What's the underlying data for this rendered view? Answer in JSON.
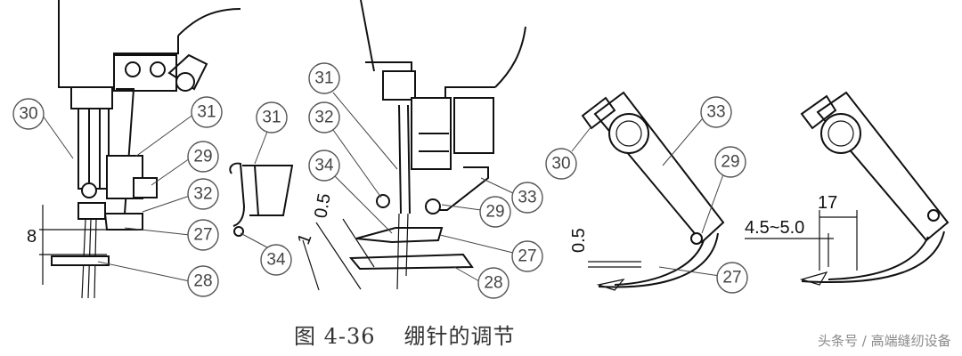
{
  "caption": {
    "figure_number": "图 4-36",
    "title": "绷针的调节"
  },
  "watermark": "头条号 / 高端缝纫设备",
  "callouts": {
    "left": [
      "30",
      "31",
      "29",
      "32",
      "27",
      "28"
    ],
    "center": [
      "31",
      "32",
      "34",
      "33",
      "29",
      "27",
      "28"
    ],
    "small_part": [
      "31",
      "34"
    ],
    "right": [
      "33",
      "30",
      "29",
      "27"
    ]
  },
  "dimensions": {
    "left_gap": "8",
    "center_gap": "0.5",
    "center_offset": "1",
    "right_gap": "0.5",
    "right_range": "4.5~5.0",
    "right_width": "17"
  }
}
